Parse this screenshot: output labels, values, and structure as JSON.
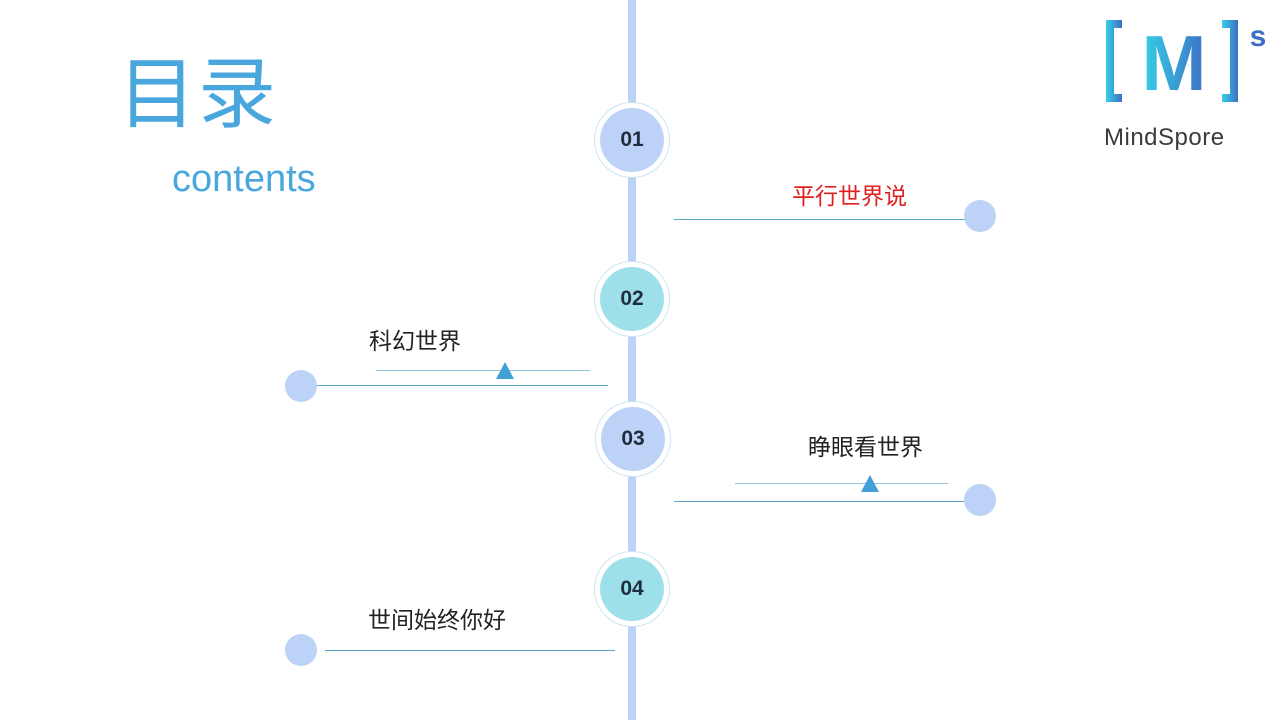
{
  "title": {
    "zh": "目录",
    "en": "contents"
  },
  "timeline": {
    "nodes": [
      {
        "num": "01",
        "style": "blue"
      },
      {
        "num": "02",
        "style": "cyan"
      },
      {
        "num": "03",
        "style": "blue"
      },
      {
        "num": "04",
        "style": "cyan"
      }
    ],
    "items": [
      {
        "label": "平行世界说",
        "color": "#e02020"
      },
      {
        "label": "科幻世界"
      },
      {
        "label": "睁眼看世界"
      },
      {
        "label": "世间始终你好"
      }
    ]
  },
  "logo": {
    "text": "MindSpore",
    "mark_letter": "M",
    "superscript": "s"
  },
  "colors": {
    "accent": "#4aa7de",
    "timeline": "#bcd3f7",
    "node_cyan": "#9ee0ea",
    "triangle": "#3f9fd6",
    "highlight_text": "#e02020"
  }
}
